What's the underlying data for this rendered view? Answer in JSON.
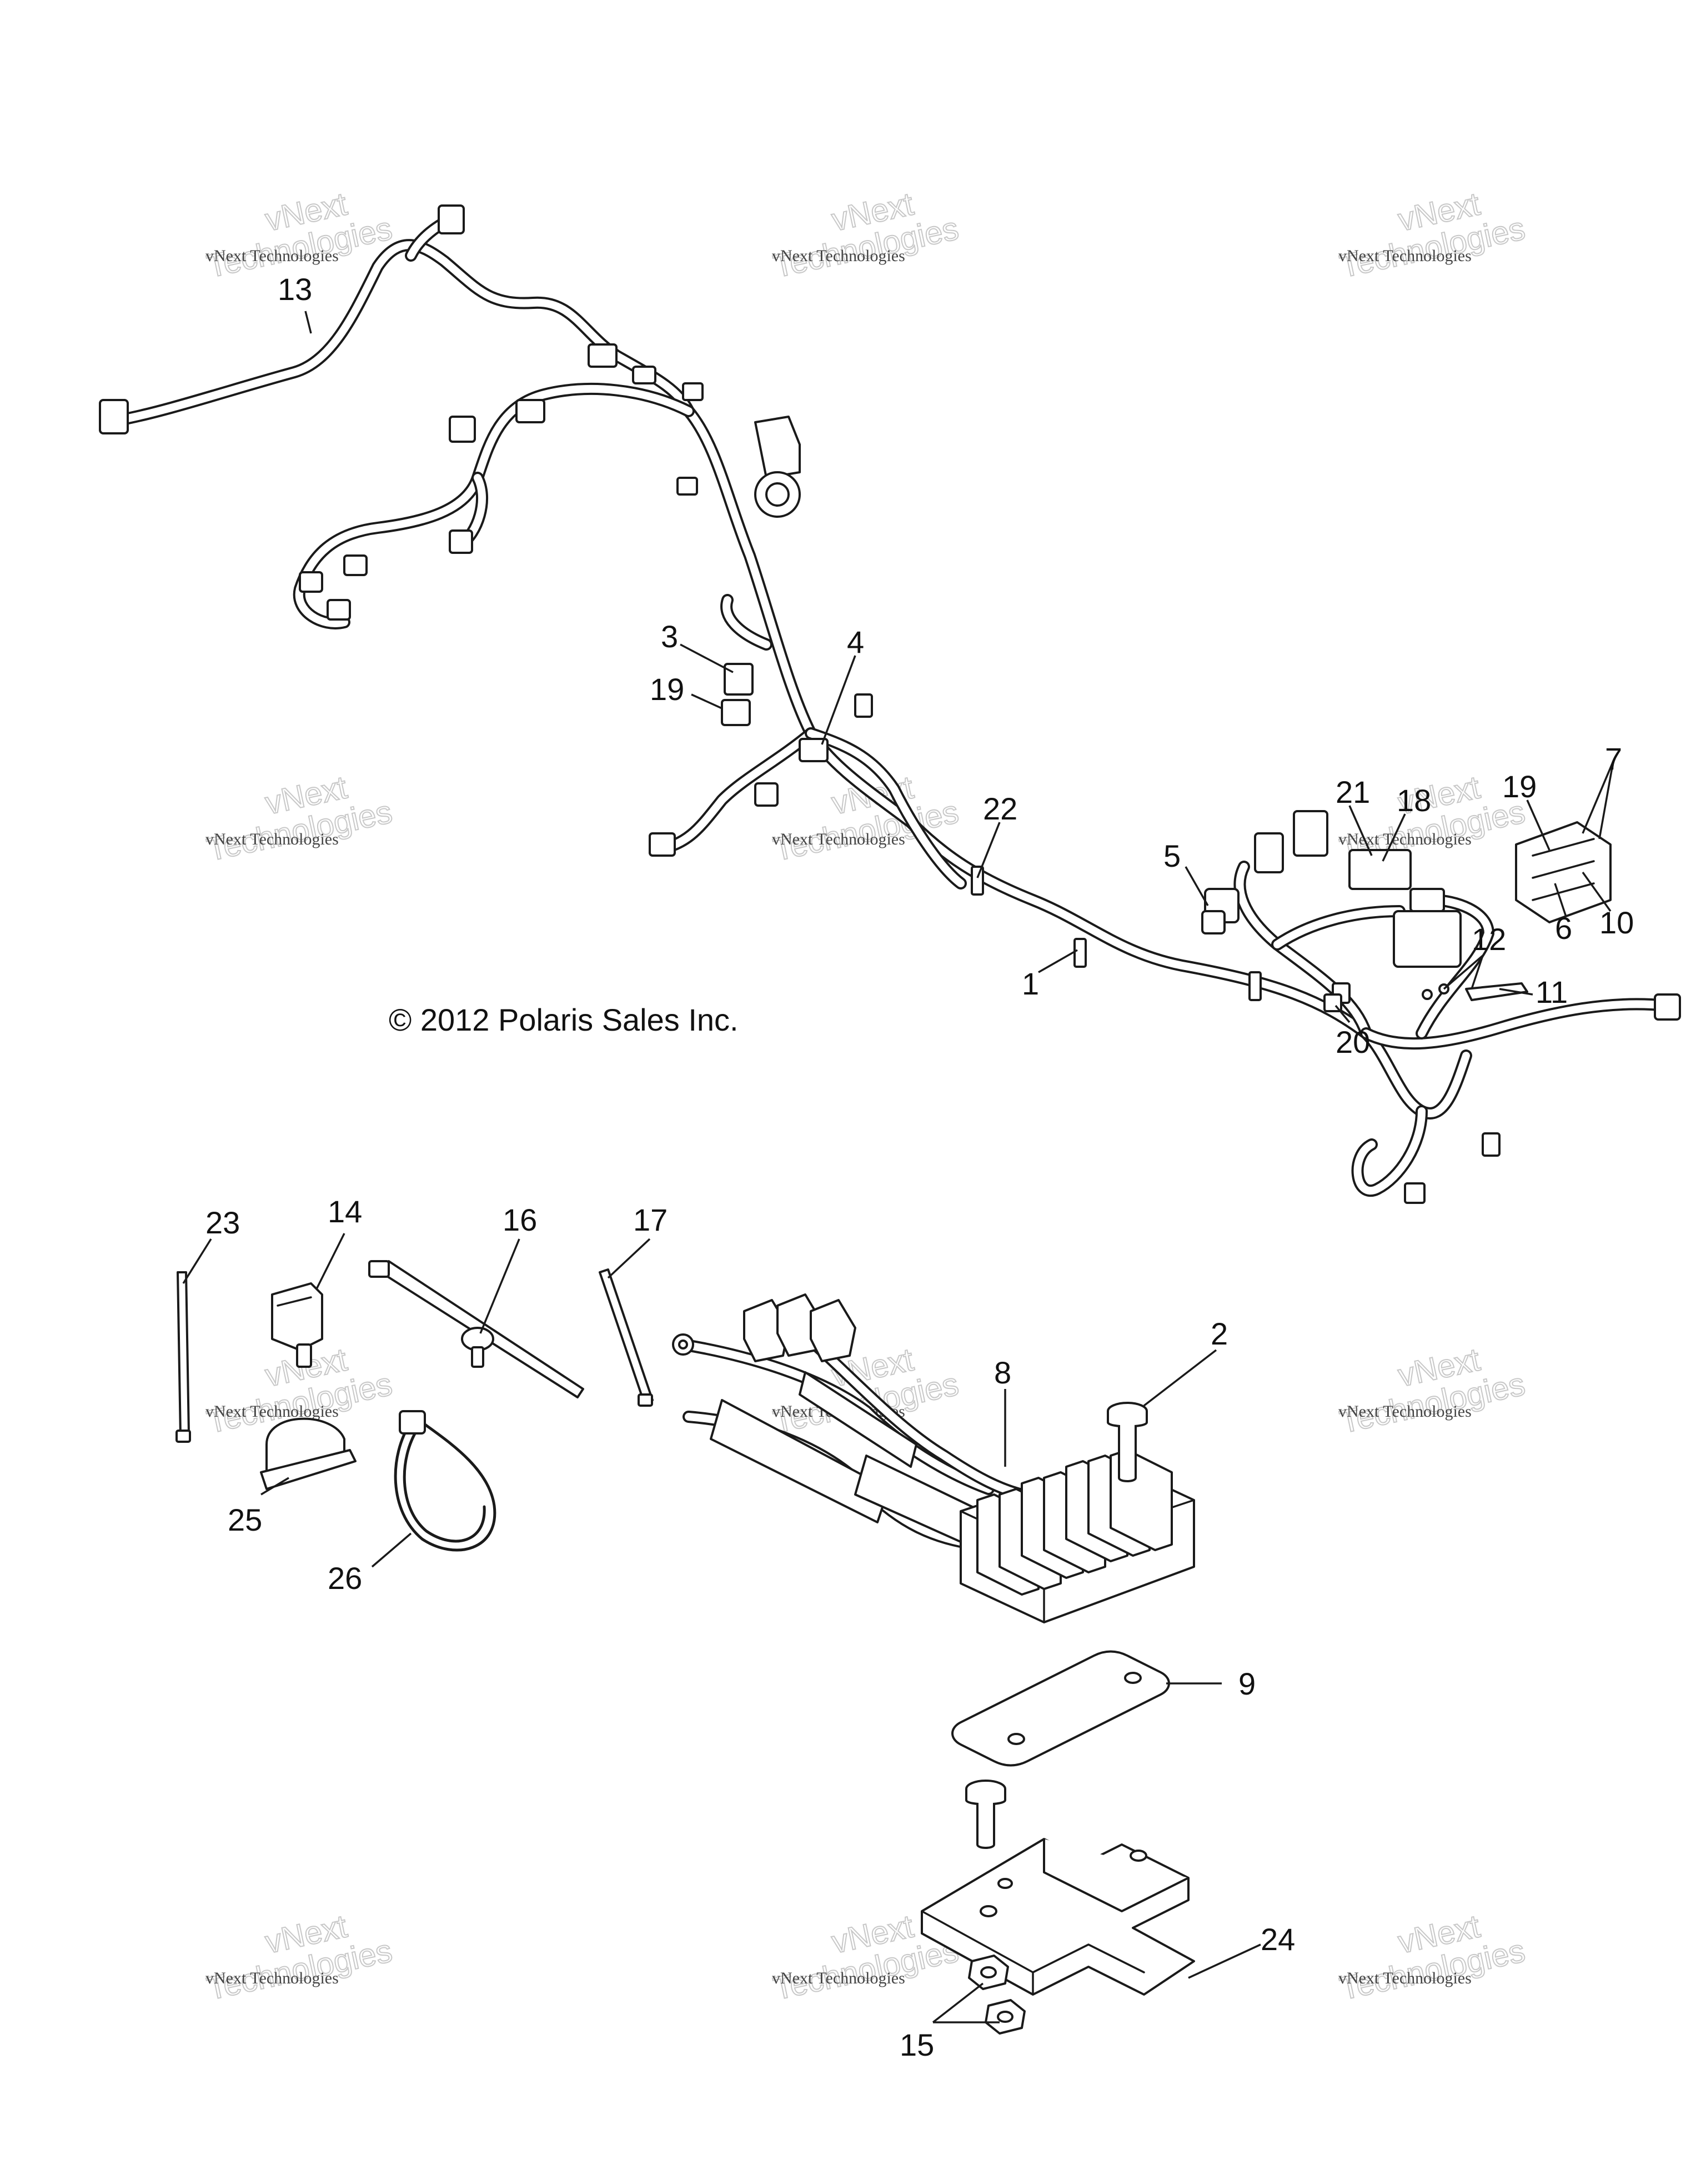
{
  "copyright": "© 2012 Polaris Sales Inc.",
  "watermark": {
    "line1": "vNext Technologies",
    "line2": "vNext",
    "line3": "Technologies"
  },
  "callouts": [
    "1",
    "2",
    "3",
    "4",
    "5",
    "6",
    "7",
    "8",
    "9",
    "10",
    "11",
    "12",
    "13",
    "14",
    "15",
    "16",
    "17",
    "18",
    "19",
    "19",
    "20",
    "21",
    "22",
    "23",
    "24",
    "25",
    "26"
  ]
}
